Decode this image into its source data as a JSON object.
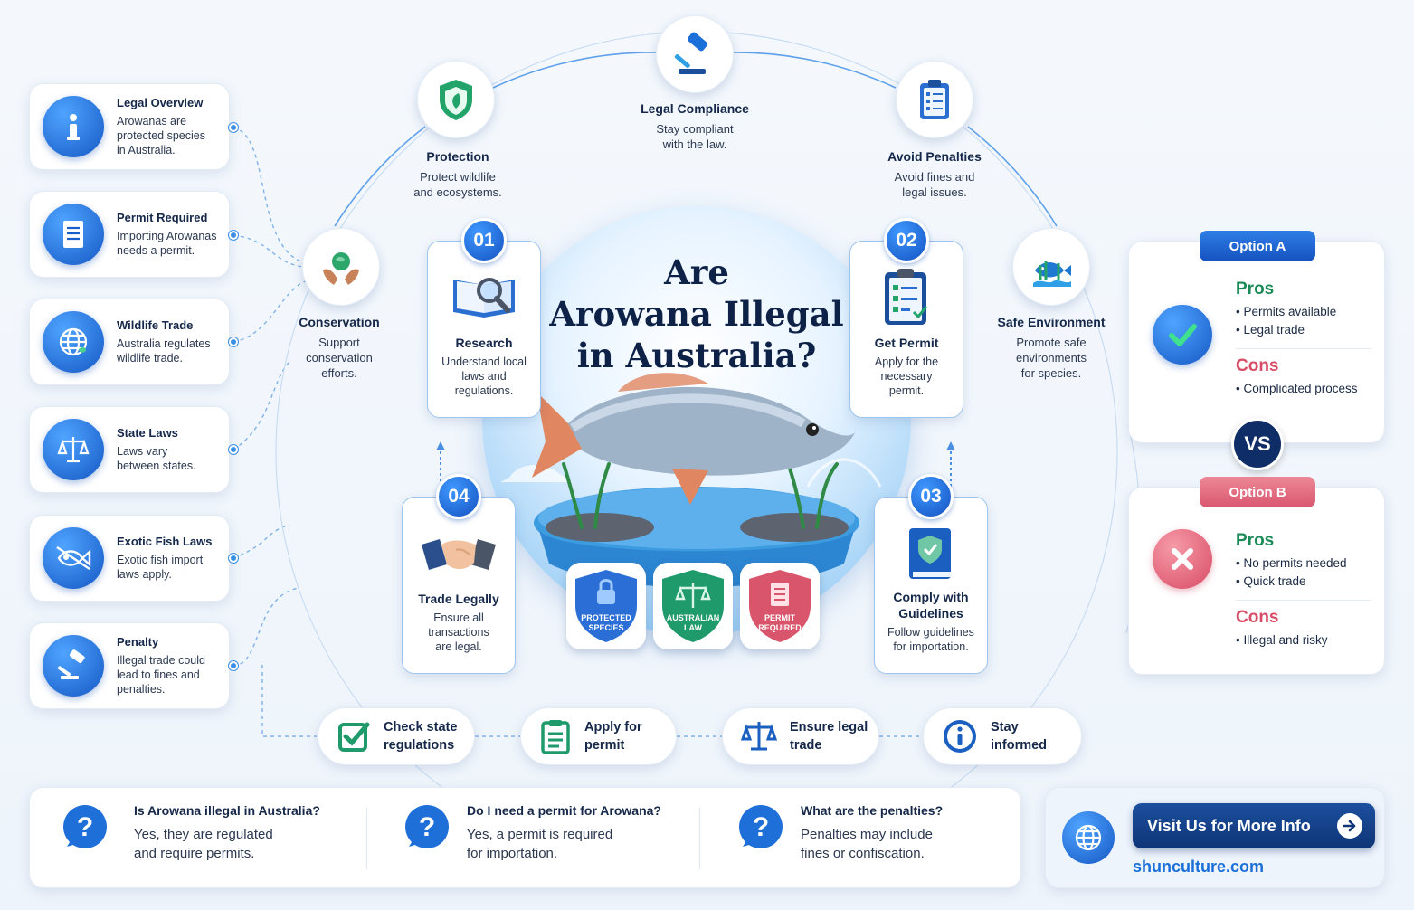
{
  "title": "Are Arowana Illegal in Australia?",
  "title_lines": [
    "Are",
    "Arowana Illegal",
    "in Australia?"
  ],
  "left_items": [
    {
      "title": "Legal Overview",
      "desc": [
        "Arowanas are",
        "protected species",
        "in Australia."
      ],
      "icon": "info-icon"
    },
    {
      "title": "Permit Required",
      "desc": [
        "Importing Arowanas",
        "needs a permit."
      ],
      "icon": "document-icon"
    },
    {
      "title": "Wildlife Trade",
      "desc": [
        "Australia regulates",
        "wildlife trade."
      ],
      "icon": "globe-icon"
    },
    {
      "title": "State Laws",
      "desc": [
        "Laws vary",
        "between states."
      ],
      "icon": "scales-icon"
    },
    {
      "title": "Exotic Fish Laws",
      "desc": [
        "Exotic fish import",
        "laws apply."
      ],
      "icon": "fish-icon"
    },
    {
      "title": "Penalty",
      "desc": [
        "Illegal trade could",
        "lead to fines and",
        "penalties."
      ],
      "icon": "gavel-icon"
    }
  ],
  "orbit": {
    "conservation": {
      "title": "Conservation",
      "desc": [
        "Support",
        "conservation",
        "efforts."
      ]
    },
    "protection": {
      "title": "Protection",
      "desc": [
        "Protect wildlife",
        "and ecosystems."
      ]
    },
    "legal_compliance": {
      "title": "Legal Compliance",
      "desc": [
        "Stay compliant",
        "with the law."
      ]
    },
    "avoid_penalties": {
      "title": "Avoid Penalties",
      "desc": [
        "Avoid fines and",
        "legal issues."
      ]
    },
    "safe_environment": {
      "title": "Safe Environment",
      "desc": [
        "Promote safe",
        "environments",
        "for species."
      ]
    }
  },
  "steps": [
    {
      "num": "01",
      "title": "Research",
      "desc": [
        "Understand local",
        "laws and",
        "regulations."
      ]
    },
    {
      "num": "02",
      "title": "Get Permit",
      "desc": [
        "Apply for the",
        "necessary",
        "permit."
      ]
    },
    {
      "num": "03",
      "title": [
        "Comply with",
        "Guidelines"
      ],
      "desc": [
        "Follow guidelines",
        "for importation."
      ]
    },
    {
      "num": "04",
      "title": "Trade Legally",
      "desc": [
        "Ensure all",
        "transactions",
        "are legal."
      ]
    }
  ],
  "badges": [
    {
      "label": [
        "PROTECTED",
        "SPECIES"
      ],
      "color": "#2b6fd6"
    },
    {
      "label": [
        "AUSTRALIAN",
        "LAW"
      ],
      "color": "#1f9a6a"
    },
    {
      "label": [
        "PERMIT",
        "REQUIRED"
      ],
      "color": "#d9556b"
    }
  ],
  "process": [
    {
      "label": [
        "Check state",
        "regulations"
      ],
      "icon": "checkbox-icon"
    },
    {
      "label": [
        "Apply for",
        "permit"
      ],
      "icon": "clipboard-icon"
    },
    {
      "label": [
        "Ensure legal",
        "trade"
      ],
      "icon": "scales-icon"
    },
    {
      "label": [
        "Stay",
        "informed"
      ],
      "icon": "info-icon"
    }
  ],
  "options": {
    "a": {
      "tab": "Option A",
      "pros_label": "Pros",
      "pros": [
        "Permits available",
        "Legal trade"
      ],
      "cons_label": "Cons",
      "cons": [
        "Complicated process"
      ]
    },
    "vs": "VS",
    "b": {
      "tab": "Option B",
      "pros_label": "Pros",
      "pros": [
        "No permits needed",
        "Quick trade"
      ],
      "cons_label": "Cons",
      "cons": [
        "Illegal and risky"
      ]
    }
  },
  "faq": [
    {
      "q": "Is Arowana illegal in Australia?",
      "a": [
        "Yes, they are regulated",
        "and require permits."
      ]
    },
    {
      "q": "Do I need a permit for Arowana?",
      "a": [
        "Yes, a permit is required",
        "for importation."
      ]
    },
    {
      "q": "What are the penalties?",
      "a": [
        "Penalties may include",
        "fines or confiscation."
      ]
    }
  ],
  "cta": {
    "button": "Visit Us for More Info",
    "url": "shunculture.com"
  },
  "colors": {
    "primary": "#1558c4",
    "navy": "#0f3d84",
    "green": "#1f9a6a",
    "red": "#d9556b"
  }
}
